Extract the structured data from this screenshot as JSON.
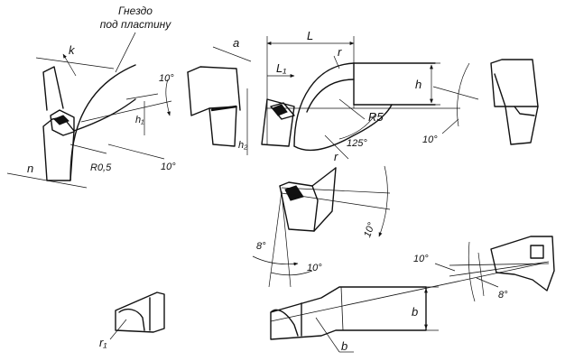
{
  "caption": {
    "line1": "Гнездо",
    "line2": "под пластину"
  },
  "labels": {
    "k": "k",
    "n": "n",
    "R05": "R0,5",
    "deg10_a": "10°",
    "deg10_b": "10°",
    "h1": "h₁",
    "a": "a",
    "L": "L",
    "L1": "L₁",
    "r_top": "r",
    "h2": "h₂",
    "R5": "R5",
    "deg125": "125°",
    "r_bottom": "r",
    "h": "h",
    "deg10_c": "10°",
    "deg10_d": "10°",
    "deg8_a": "8°",
    "deg10_e": "10°",
    "deg10_f": "10°",
    "deg8_b": "8°",
    "b_dim": "b",
    "b_leader": "b",
    "r1": "r₁"
  }
}
